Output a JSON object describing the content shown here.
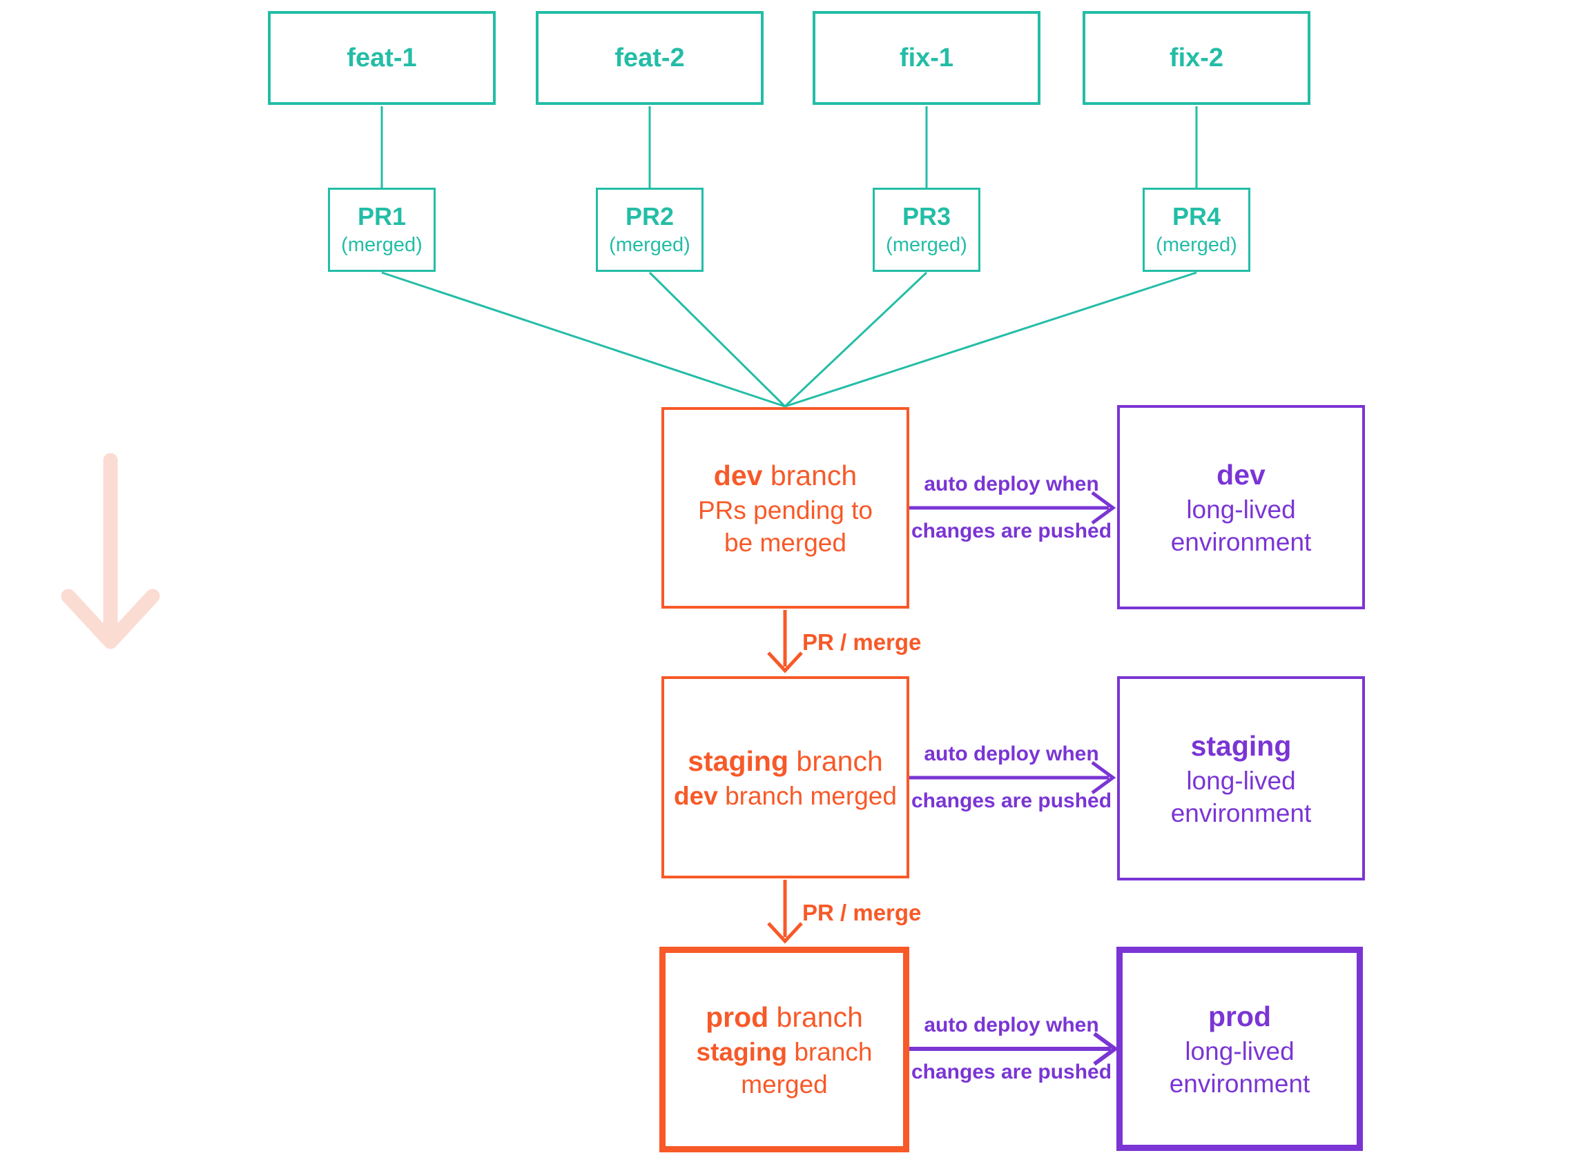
{
  "palette": {
    "teal": "#23bda6",
    "orange": "#f75928",
    "purple": "#7a35d4",
    "pink": "#fbdcd2"
  },
  "feature_branches": [
    {
      "label": "feat-1",
      "pr_title": "PR1",
      "pr_status": "(merged)"
    },
    {
      "label": "feat-2",
      "pr_title": "PR2",
      "pr_status": "(merged)"
    },
    {
      "label": "fix-1",
      "pr_title": "PR3",
      "pr_status": "(merged)"
    },
    {
      "label": "fix-2",
      "pr_title": "PR4",
      "pr_status": "(merged)"
    }
  ],
  "rows": [
    {
      "branch_title": [
        {
          "t": "dev",
          "b": 1
        },
        {
          "t": " branch",
          "b": 0
        }
      ],
      "branch_desc": [
        [
          {
            "t": "PRs pending to",
            "b": 0
          }
        ],
        [
          {
            "t": "be merged",
            "b": 0
          }
        ]
      ],
      "deploy_line1": "auto deploy when",
      "deploy_line2": "changes are pushed",
      "merge_label": "PR / merge",
      "env_title": "dev",
      "env_desc1": "long-lived",
      "env_desc2": "environment"
    },
    {
      "branch_title": [
        {
          "t": "staging",
          "b": 1
        },
        {
          "t": " branch",
          "b": 0
        }
      ],
      "branch_desc": [
        [
          {
            "t": "dev",
            "b": 1
          },
          {
            "t": " branch merged",
            "b": 0
          }
        ]
      ],
      "deploy_line1": "auto deploy when",
      "deploy_line2": "changes are pushed",
      "merge_label": "PR / merge",
      "env_title": "staging",
      "env_desc1": "long-lived",
      "env_desc2": "environment"
    },
    {
      "branch_title": [
        {
          "t": "prod",
          "b": 1
        },
        {
          "t": " branch",
          "b": 0
        }
      ],
      "branch_desc": [
        [
          {
            "t": "staging",
            "b": 1
          },
          {
            "t": " branch",
            "b": 0
          }
        ],
        [
          {
            "t": "merged",
            "b": 0
          }
        ]
      ],
      "deploy_line1": "auto deploy when",
      "deploy_line2": "changes are pushed",
      "env_title": "prod",
      "env_desc1": "long-lived",
      "env_desc2": "environment"
    }
  ]
}
